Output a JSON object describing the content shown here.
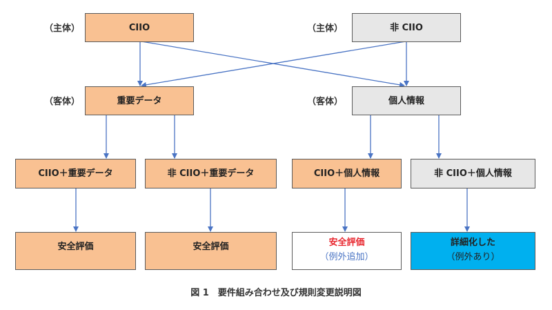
{
  "labels": {
    "subject_left": "（主体）",
    "subject_right": "（主体）",
    "object_left": "（客体）",
    "object_right": "（客体）"
  },
  "row1": {
    "ciio": "CIIO",
    "non_ciio": "非 CIIO"
  },
  "row2": {
    "important_data": "重要データ",
    "personal_info": "個人情報"
  },
  "row3": {
    "ciio_important": "CIIO＋重要データ",
    "non_ciio_important": "非 CIIO＋重要データ",
    "ciio_personal": "CIIO＋個人情報",
    "non_ciio_personal": "非 CIIO＋個人情報"
  },
  "row4": {
    "box1": "安全評価",
    "box2": "安全評価",
    "box3_line1": "安全評価",
    "box3_line2": "（例外追加）",
    "box4_line1": "詳細化した",
    "box4_line2": "（例外あり）"
  },
  "colors": {
    "orange": "#f9c192",
    "gray": "#e7e7e7",
    "blue": "#00b0ef",
    "arrow": "#4a74c4",
    "red_text": "#e8262e"
  },
  "caption": "図 1　要件組み合わせ及び規則変更説明図"
}
